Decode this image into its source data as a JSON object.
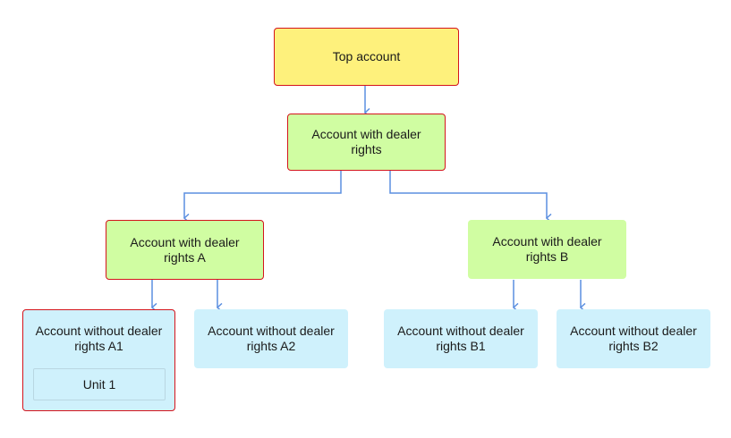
{
  "diagram": {
    "nodes": {
      "top": "Top account",
      "dealer": "Account with dealer rights",
      "dealer_a": "Account with dealer rights A",
      "dealer_b": "Account with dealer rights B",
      "a1": "Account without dealer rights A1",
      "a2": "Account without dealer rights A2",
      "b1": "Account without dealer rights B1",
      "b2": "Account without dealer rights B2",
      "unit1": "Unit 1"
    },
    "colors": {
      "top_fill": "#fef17c",
      "dealer_fill": "#d0fda2",
      "no_dealer_fill": "#cff1fc",
      "highlight_border": "#d4141c",
      "connector": "#5b8fe0"
    }
  }
}
